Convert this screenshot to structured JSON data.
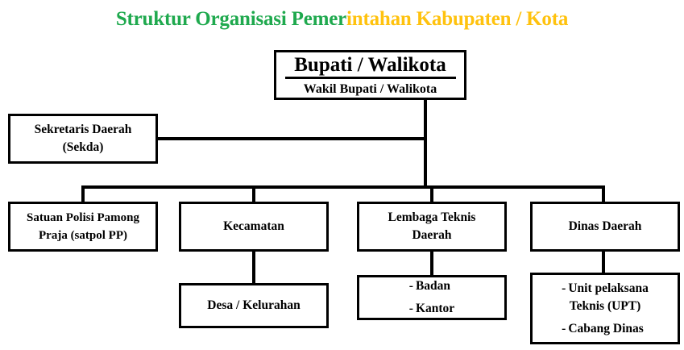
{
  "title": {
    "part_a": "Struktur Organisasi Pemer",
    "part_b": "intahan Kabupaten / Kota",
    "full": "Struktur Organisasi Pemerintahan Kabupaten / Kota",
    "color_a": "#1FA94E",
    "color_b": "#FFC20E"
  },
  "nodes": {
    "head": {
      "main": "Bupati / Walikota",
      "sub": "Wakil Bupati / Walikota"
    },
    "sekda": {
      "line1": "Sekretaris Daerah",
      "line2": "(Sekda)"
    },
    "satpol": {
      "line1": "Satuan Polisi Pamong",
      "line2": "Praja (satpol PP)"
    },
    "kecamatan": {
      "line1": "Kecamatan"
    },
    "lembaga": {
      "line1": "Lembaga Teknis",
      "line2": "Daerah"
    },
    "dinas": {
      "line1": "Dinas Daerah"
    },
    "desa": {
      "line1": "Desa / Kelurahan"
    },
    "badan": {
      "dash": "-",
      "item1": "Badan",
      "item2": "Kantor"
    },
    "upt": {
      "dash": "-",
      "item1": "Unit pelaksana",
      "item1_cont": "Teknis (UPT)",
      "item2": "Cabang Dinas"
    }
  },
  "style": {
    "box_border_color": "#000000",
    "connector_color": "#000000",
    "background": "#ffffff",
    "text_color": "#000000"
  },
  "chart_data": {
    "type": "diagram",
    "diagram_kind": "organizational-chart",
    "title": "Struktur Organisasi Pemerintahan Kabupaten / Kota",
    "levels": [
      {
        "level": 1,
        "nodes": [
          "Bupati / Walikota (Wakil Bupati / Walikota)"
        ]
      },
      {
        "level": 2,
        "nodes": [
          "Sekretaris Daerah (Sekda)"
        ]
      },
      {
        "level": 3,
        "nodes": [
          "Satuan Polisi Pamong Praja (satpol PP)",
          "Kecamatan",
          "Lembaga Teknis Daerah",
          "Dinas Daerah"
        ]
      },
      {
        "level": 4,
        "nodes": [
          "Desa / Kelurahan",
          "Badan; Kantor",
          "Unit pelaksana Teknis (UPT); Cabang Dinas"
        ]
      }
    ],
    "edges": [
      {
        "from": "Bupati / Walikota",
        "to": "Sekretaris Daerah (Sekda)"
      },
      {
        "from": "Bupati / Walikota",
        "to": "Satuan Polisi Pamong Praja (satpol PP)"
      },
      {
        "from": "Bupati / Walikota",
        "to": "Kecamatan"
      },
      {
        "from": "Bupati / Walikota",
        "to": "Lembaga Teknis Daerah"
      },
      {
        "from": "Bupati / Walikota",
        "to": "Dinas Daerah"
      },
      {
        "from": "Kecamatan",
        "to": "Desa / Kelurahan"
      },
      {
        "from": "Lembaga Teknis Daerah",
        "to": "Badan; Kantor"
      },
      {
        "from": "Dinas Daerah",
        "to": "Unit pelaksana Teknis (UPT); Cabang Dinas"
      }
    ]
  }
}
